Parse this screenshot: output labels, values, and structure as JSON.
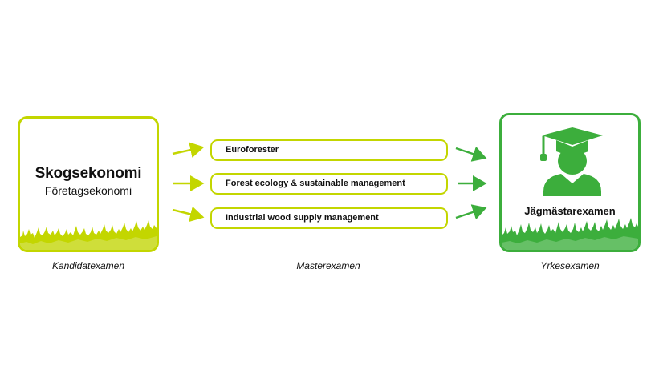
{
  "bachelor": {
    "title": "Skogsekonomi",
    "subtitle": "Företagsekonomi",
    "caption": "Kandidatexamen"
  },
  "master": {
    "programs": [
      {
        "label": "Euroforester"
      },
      {
        "label": "Forest ecology & sustainable management"
      },
      {
        "label": "Industrial wood supply management"
      }
    ],
    "caption": "Masterexamen"
  },
  "profession": {
    "title": "Jägmästarexamen",
    "caption": "Yrkesexamen",
    "icon": "graduate-icon"
  },
  "colors": {
    "lime": "#c3d600",
    "green": "#3cae3c"
  }
}
